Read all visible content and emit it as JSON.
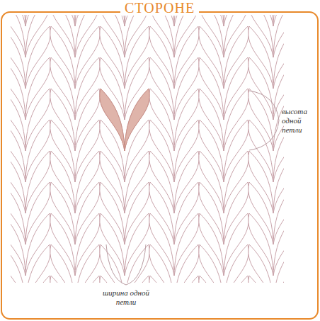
{
  "diagram": {
    "title": "СТОРОНЕ",
    "labels": [
      "высота одной петли",
      "ширина одной петли"
    ]
  }
}
